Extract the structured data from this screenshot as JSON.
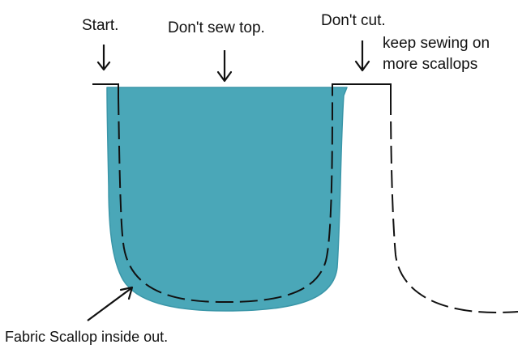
{
  "labels": {
    "start": "Start.",
    "dont_sew_top": "Don't sew top.",
    "dont_cut": "Don't cut.",
    "keep_sewing_line1": "keep sewing on",
    "keep_sewing_line2": "more scallops",
    "fabric_scallop": "Fabric Scallop inside out."
  },
  "colors": {
    "fabric": "#4aa7b8",
    "fabric_edge": "#3a96a8",
    "ink": "#111111"
  }
}
